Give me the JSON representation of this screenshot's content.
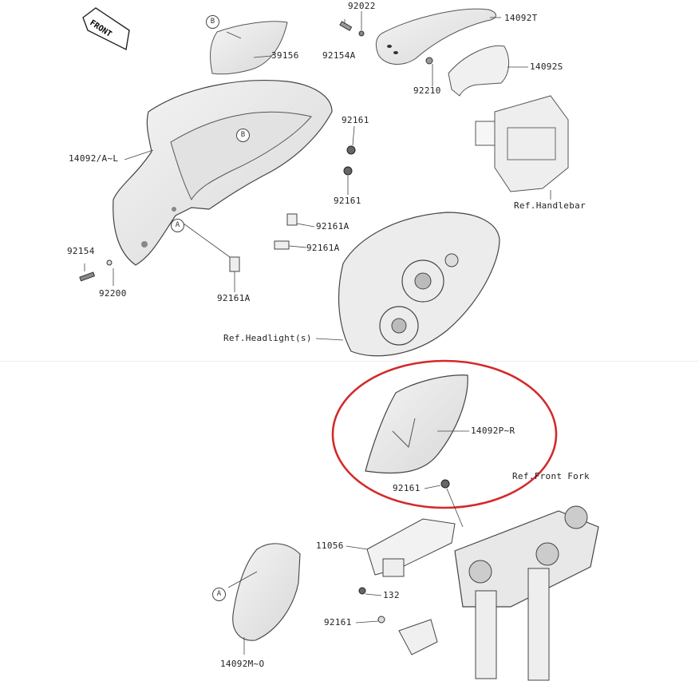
{
  "front_label": "FRONT",
  "labels": {
    "p92022": "92022",
    "p14092T": "14092T",
    "p39156": "39156",
    "p92154A": "92154A",
    "p14092S": "14092S",
    "p92210": "92210",
    "p92161_a": "92161",
    "p14092AL": "14092/A~L",
    "p92161_b": "92161",
    "ref_handlebar": "Ref.Handlebar",
    "p92161A_a": "92161A",
    "p92161A_b": "92161A",
    "p92154": "92154",
    "p92200": "92200",
    "p92161A_c": "92161A",
    "ref_headlight": "Ref.Headlight(s)",
    "p14092PR": "14092P~R",
    "ref_front_fork": "Ref.Front Fork",
    "p92161_c": "92161",
    "p11056": "11056",
    "p132": "132",
    "p92161_d": "92161",
    "p14092MO": "14092M~O"
  },
  "callouts": {
    "b1": "B",
    "b2": "B",
    "a1": "A",
    "a2": "A"
  },
  "highlight_color": "#d42a2a"
}
